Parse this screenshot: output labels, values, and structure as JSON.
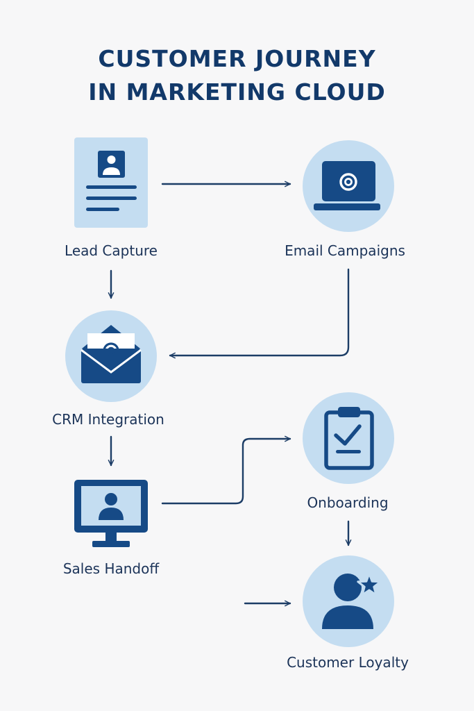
{
  "title": {
    "line1": "CUSTOMER JOURNEY",
    "line2": "IN MARKETING CLOUD"
  },
  "steps": [
    {
      "label": "Lead Capture",
      "icon": "lead-form-icon"
    },
    {
      "label": "Email Campaigns",
      "icon": "laptop-at-icon"
    },
    {
      "label": "CRM Integration",
      "icon": "envelope-at-icon"
    },
    {
      "label": "Sales Handoff",
      "icon": "monitor-user-icon"
    },
    {
      "label": "Onboarding",
      "icon": "clipboard-check-icon"
    },
    {
      "label": "Customer Loyalty",
      "icon": "user-star-icon"
    }
  ],
  "colors": {
    "background": "#f7f7f8",
    "primary": "#164a86",
    "light": "#c4ddf1",
    "title": "#12396a",
    "text": "#1b3358"
  }
}
